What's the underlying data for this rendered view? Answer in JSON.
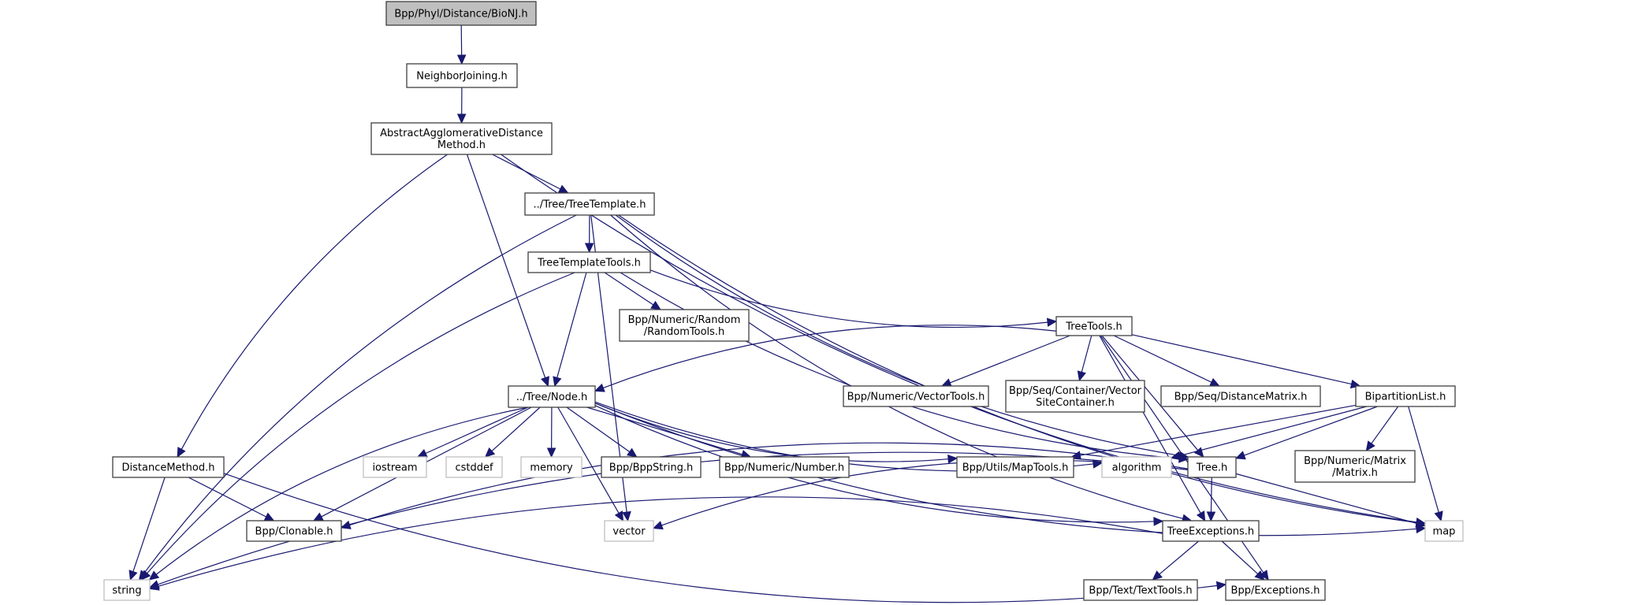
{
  "diagram": {
    "type": "include-dependency-graph",
    "edge_color": "#191970",
    "root_fill": "#bfbfbf",
    "nodes": [
      {
        "id": "bionj",
        "label": [
          "Bpp/Phyl/Distance/BioNJ.h"
        ],
        "kind": "root"
      },
      {
        "id": "nj",
        "label": [
          "NeighborJoining.h"
        ],
        "kind": "file"
      },
      {
        "id": "aadm",
        "label": [
          "AbstractAgglomerativeDistance",
          "Method.h"
        ],
        "kind": "file"
      },
      {
        "id": "treetemplate",
        "label": [
          "../Tree/TreeTemplate.h"
        ],
        "kind": "file"
      },
      {
        "id": "treetemplatetools",
        "label": [
          "TreeTemplateTools.h"
        ],
        "kind": "file"
      },
      {
        "id": "randomtools",
        "label": [
          "Bpp/Numeric/Random",
          "/RandomTools.h"
        ],
        "kind": "file"
      },
      {
        "id": "treetools",
        "label": [
          "TreeTools.h"
        ],
        "kind": "file"
      },
      {
        "id": "node",
        "label": [
          "../Tree/Node.h"
        ],
        "kind": "file"
      },
      {
        "id": "vectortools",
        "label": [
          "Bpp/Numeric/VectorTools.h"
        ],
        "kind": "file"
      },
      {
        "id": "vsc",
        "label": [
          "Bpp/Seq/Container/Vector",
          "SiteContainer.h"
        ],
        "kind": "file"
      },
      {
        "id": "distmatrix",
        "label": [
          "Bpp/Seq/DistanceMatrix.h"
        ],
        "kind": "file"
      },
      {
        "id": "bipart",
        "label": [
          "BipartitionList.h"
        ],
        "kind": "file"
      },
      {
        "id": "distmethod",
        "label": [
          "DistanceMethod.h"
        ],
        "kind": "file"
      },
      {
        "id": "iostream",
        "label": [
          "iostream"
        ],
        "kind": "system"
      },
      {
        "id": "cstddef",
        "label": [
          "cstddef"
        ],
        "kind": "system"
      },
      {
        "id": "memory",
        "label": [
          "memory"
        ],
        "kind": "system"
      },
      {
        "id": "bppstring",
        "label": [
          "Bpp/BppString.h"
        ],
        "kind": "file"
      },
      {
        "id": "number",
        "label": [
          "Bpp/Numeric/Number.h"
        ],
        "kind": "file"
      },
      {
        "id": "maptools",
        "label": [
          "Bpp/Utils/MapTools.h"
        ],
        "kind": "file"
      },
      {
        "id": "algorithm",
        "label": [
          "algorithm"
        ],
        "kind": "system"
      },
      {
        "id": "tree",
        "label": [
          "Tree.h"
        ],
        "kind": "file"
      },
      {
        "id": "matrix",
        "label": [
          "Bpp/Numeric/Matrix",
          "/Matrix.h"
        ],
        "kind": "file"
      },
      {
        "id": "clonable",
        "label": [
          "Bpp/Clonable.h"
        ],
        "kind": "file"
      },
      {
        "id": "vector",
        "label": [
          "vector"
        ],
        "kind": "system"
      },
      {
        "id": "treeexc",
        "label": [
          "TreeExceptions.h"
        ],
        "kind": "file"
      },
      {
        "id": "map",
        "label": [
          "map"
        ],
        "kind": "system"
      },
      {
        "id": "string",
        "label": [
          "string"
        ],
        "kind": "system"
      },
      {
        "id": "texttools",
        "label": [
          "Bpp/Text/TextTools.h"
        ],
        "kind": "file"
      },
      {
        "id": "exceptions",
        "label": [
          "Bpp/Exceptions.h"
        ],
        "kind": "file"
      }
    ],
    "edges": [
      [
        "bionj",
        "nj"
      ],
      [
        "nj",
        "aadm"
      ],
      [
        "aadm",
        "treetemplate"
      ],
      [
        "aadm",
        "node"
      ],
      [
        "aadm",
        "distmethod"
      ],
      [
        "aadm",
        "map"
      ],
      [
        "treetemplate",
        "treetemplatetools"
      ],
      [
        "treetemplate",
        "string"
      ],
      [
        "treetemplate",
        "vector"
      ],
      [
        "treetemplate",
        "tree"
      ],
      [
        "treetemplate",
        "treeexc"
      ],
      [
        "treetemplate",
        "map"
      ],
      [
        "treetemplatetools",
        "randomtools"
      ],
      [
        "treetemplatetools",
        "treetools"
      ],
      [
        "treetemplatetools",
        "node"
      ],
      [
        "treetemplatetools",
        "string"
      ],
      [
        "treetemplatetools",
        "tree"
      ],
      [
        "treetools",
        "node"
      ],
      [
        "treetools",
        "vectortools"
      ],
      [
        "treetools",
        "vsc"
      ],
      [
        "treetools",
        "distmatrix"
      ],
      [
        "treetools",
        "bipart"
      ],
      [
        "treetools",
        "tree"
      ],
      [
        "treetools",
        "treeexc"
      ],
      [
        "treetools",
        "exceptions"
      ],
      [
        "node",
        "iostream"
      ],
      [
        "node",
        "cstddef"
      ],
      [
        "node",
        "memory"
      ],
      [
        "node",
        "bppstring"
      ],
      [
        "node",
        "number"
      ],
      [
        "node",
        "maptools"
      ],
      [
        "node",
        "algorithm"
      ],
      [
        "node",
        "clonable"
      ],
      [
        "node",
        "vector"
      ],
      [
        "node",
        "string"
      ],
      [
        "node",
        "treeexc"
      ],
      [
        "node",
        "map"
      ],
      [
        "bipart",
        "tree"
      ],
      [
        "bipart",
        "matrix"
      ],
      [
        "bipart",
        "maptools"
      ],
      [
        "bipart",
        "algorithm"
      ],
      [
        "bipart",
        "map"
      ],
      [
        "distmethod",
        "clonable"
      ],
      [
        "distmethod",
        "string"
      ],
      [
        "distmethod",
        "exceptions"
      ],
      [
        "tree",
        "treeexc"
      ],
      [
        "tree",
        "clonable"
      ],
      [
        "tree",
        "vector"
      ],
      [
        "tree",
        "string"
      ],
      [
        "tree",
        "map"
      ],
      [
        "treeexc",
        "texttools"
      ],
      [
        "treeexc",
        "exceptions"
      ],
      [
        "treeexc",
        "string"
      ]
    ]
  }
}
